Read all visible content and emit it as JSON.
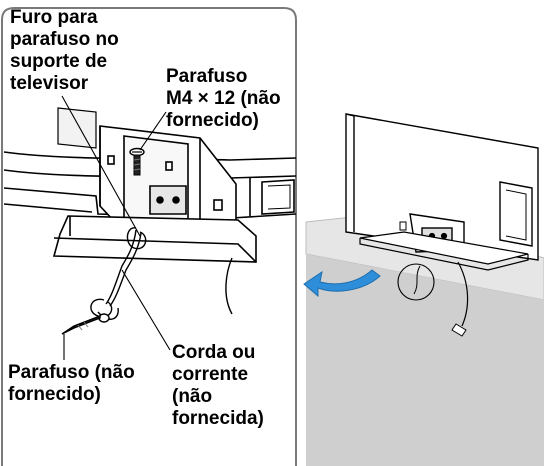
{
  "labels": {
    "tv_stand_screw_hole": "Furo para\nparafuso no\nsuporte de\ntelevisor",
    "m4_screw": "Parafuso\nM4 × 12  (não\nfornecido)",
    "wood_screw": "Parafuso (não\nfornecido)",
    "cord_or_chain": "Corda ou\ncorrente\n(não\nfornecida)"
  }
}
